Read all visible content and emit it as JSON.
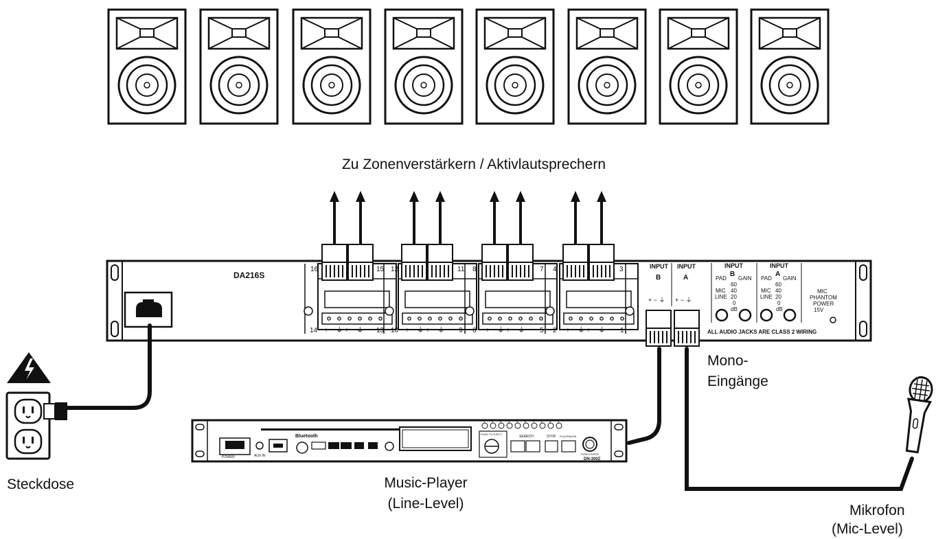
{
  "labels": {
    "zone_heading": "Zu Zonenverstärkern / Aktivlautsprechern",
    "mono_line1": "Mono-",
    "mono_line2": "Eingänge",
    "outlet": "Steckdose",
    "player_line1": "Music-Player",
    "player_line2": "(Line-Level)",
    "mic_line1": "Mikrofon",
    "mic_line2": "(Mic-Level)"
  },
  "speaker_count": 8,
  "mixer": {
    "model": "DA216S",
    "output_groups": [
      {
        "left": "16",
        "right": "15",
        "bottom_left": "14",
        "bottom_right": "13"
      },
      {
        "left": "12",
        "right": "11",
        "bottom_left": "10",
        "bottom_right": "9"
      },
      {
        "left": "8",
        "right": "7",
        "bottom_left": "6",
        "bottom_right": "5"
      },
      {
        "left": "4",
        "right": "3",
        "bottom_left": "2",
        "bottom_right": "1"
      }
    ],
    "terminal_legend": "+ − ⏚ + − ⏚",
    "input_b_title": "INPUT",
    "input_b_letter": "B",
    "input_a_title": "INPUT",
    "input_a_letter": "A",
    "input_pins": "+ − ⏚",
    "gain_sections": [
      {
        "title": "INPUT",
        "letter": "B"
      },
      {
        "title": "INPUT",
        "letter": "A"
      }
    ],
    "pad_label": "PAD",
    "gain_label": "GAIN",
    "mic_label": "MIC",
    "line_label": "LINE",
    "gain_values": [
      "60",
      "40",
      "20",
      "0"
    ],
    "db_label": "dB",
    "phantom_lines": [
      "MIC",
      "PHANTOM",
      "POWER",
      "15V"
    ],
    "footer": "ALL AUDIO JACKS ARE CLASS 2 WIRING"
  },
  "player": {
    "model": "DN-300Z",
    "bluetooth": "Bluetooth",
    "power": "POWER",
    "aux": "AUX IN",
    "push_eject": "PUSH TO EJECT",
    "search": "SEARCH",
    "stop": "STOP",
    "play_pause": "PLAY/PAUSE",
    "push_enter": "PUSH ENTER",
    "presets": [
      "1",
      "2",
      "3",
      "4",
      "5",
      "6",
      "7",
      "8",
      "9",
      "0"
    ]
  },
  "colors": {
    "line": "#111111",
    "background": "#ffffff",
    "panel_fill": "#ffffff",
    "cable": "#111111"
  }
}
